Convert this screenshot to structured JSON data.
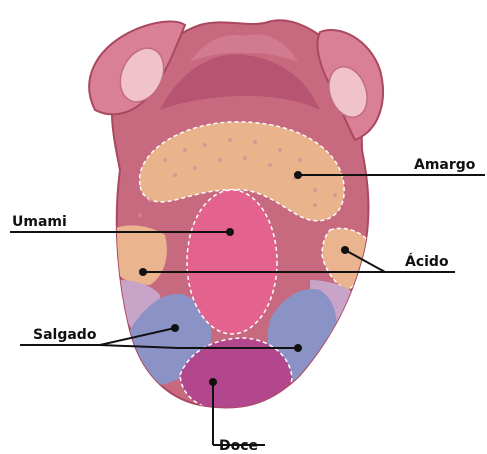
{
  "labels": {
    "amargo": "Amargo",
    "umami": "Umami",
    "acido": "Ácido",
    "salgado": "Salgado",
    "doce": "Doce"
  },
  "colors": {
    "background": "#ffffff",
    "tongue": "#c76a80",
    "tongue_dark": "#a9485f",
    "bitter_zone": "#e9b38c",
    "umami_zone": "#e3628e",
    "sour_zone": "#e9b48e",
    "salty_zone": "#8b93c6",
    "light_violet_zone": "#c7a4c8",
    "sweet_zone": "#b3478d",
    "line": "#111111"
  }
}
